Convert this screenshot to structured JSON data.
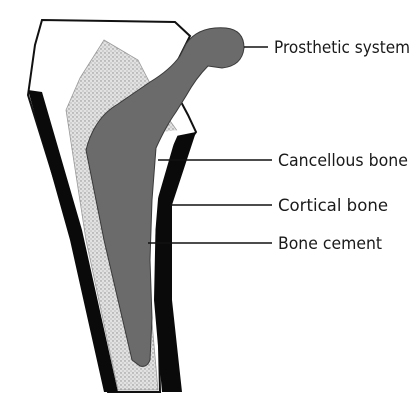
{
  "labels": {
    "prosthetic_system": "Prosthetic system",
    "cancellous_bone": "Cancellous bone",
    "cortical_bone": "Cortical bone",
    "bone_cement": "Bone cement"
  },
  "colors": {
    "background": "#ffffff",
    "cortical_bone": "#0a0a0a",
    "bone_cement": "#d9d9d9",
    "prosthesis": "#6b6b6b",
    "cancellous_bone": "#ffffff",
    "outline": "#111111"
  }
}
